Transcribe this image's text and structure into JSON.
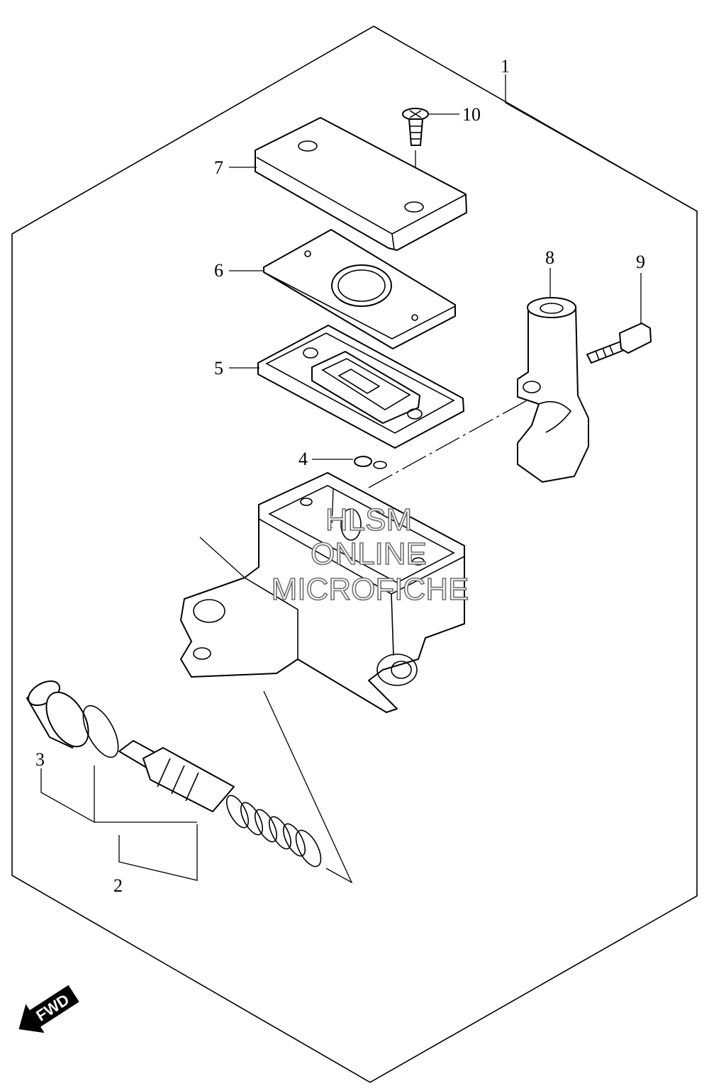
{
  "diagram": {
    "parts": [
      {
        "id": "part-1",
        "label": "1"
      },
      {
        "id": "part-2",
        "label": "2"
      },
      {
        "id": "part-3",
        "label": "3"
      },
      {
        "id": "part-4",
        "label": "4"
      },
      {
        "id": "part-5",
        "label": "5"
      },
      {
        "id": "part-6",
        "label": "6"
      },
      {
        "id": "part-7",
        "label": "7"
      },
      {
        "id": "part-8",
        "label": "8"
      },
      {
        "id": "part-9",
        "label": "9"
      },
      {
        "id": "part-10",
        "label": "10"
      }
    ],
    "watermark": [
      "HLSM",
      "ONLINE",
      "MICROFICHE"
    ],
    "direction_label": "FWD"
  }
}
